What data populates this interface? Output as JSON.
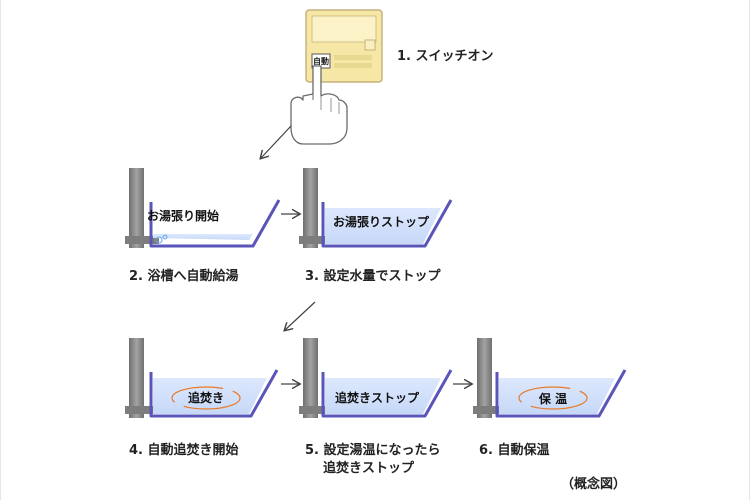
{
  "panel": {
    "button_label": "自動"
  },
  "steps": [
    {
      "caption": "1. スイッチオン"
    },
    {
      "caption": "2. 浴槽へ自動給湯",
      "tub_label": "お湯張り開始"
    },
    {
      "caption": "3. 設定水量でストップ",
      "tub_label": "お湯張りストップ"
    },
    {
      "caption": "4. 自動追焚き開始",
      "tub_label": "追焚き"
    },
    {
      "caption_line1": "5. 設定湯温になったら",
      "caption_line2": "追焚きストップ",
      "tub_label": "追焚きストップ"
    },
    {
      "caption": "6. 自動保温",
      "tub_label": "保 温"
    }
  ],
  "note": "（概念図）",
  "colors": {
    "water": "#cfe0fb",
    "tub_outline": "#5a55b8",
    "pipe": "#8a8a8a",
    "panel": "#f6e7a6",
    "arrow_swirl": "#e87a28"
  }
}
